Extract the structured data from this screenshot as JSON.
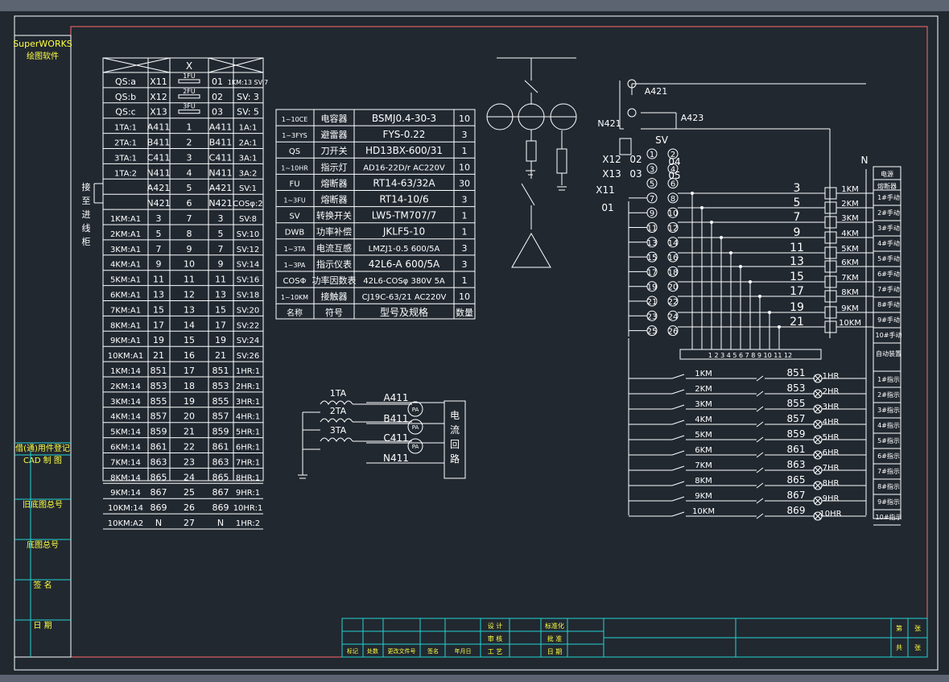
{
  "colors": {
    "background": "#212830",
    "line": "#ffffff",
    "frame": "#ff6a6a",
    "cyan": "#23d3d3",
    "yellow": "#ffff40",
    "green": "#40ff40"
  },
  "brand": {
    "name": "SuperWORKS",
    "sub": "绘图软件"
  },
  "left_strip": [
    "借(通)用件登记",
    "CAD 制 图",
    "旧底图总号",
    "底图总号",
    "签 名",
    "日 期"
  ],
  "terminal_header": [
    "X"
  ],
  "qs_rows": [
    {
      "a": "QS:a",
      "b": "X11",
      "fuse": "1FU",
      "c": "01",
      "d": "1KM:13 SV:7"
    },
    {
      "a": "QS:b",
      "b": "X12",
      "fuse": "2FU",
      "c": "02",
      "d": "SV: 3"
    },
    {
      "a": "QS:c",
      "b": "X13",
      "fuse": "3FU",
      "c": "03",
      "d": "SV: 5"
    }
  ],
  "terminal_rows": [
    [
      "1TA:1",
      "A411",
      "1",
      "A411",
      "1A:1"
    ],
    [
      "2TA:1",
      "B411",
      "2",
      "B411",
      "2A:1"
    ],
    [
      "3TA:1",
      "C411",
      "3",
      "C411",
      "3A:1"
    ],
    [
      "1TA:2",
      "N411",
      "4",
      "N411",
      "3A:2"
    ],
    [
      "",
      "A421",
      "5",
      "A421",
      "SV:1"
    ],
    [
      "",
      "N421",
      "6",
      "N421",
      "COSφ:2"
    ],
    [
      "1KM:A1",
      "3",
      "7",
      "3",
      "SV:8"
    ],
    [
      "2KM:A1",
      "5",
      "8",
      "5",
      "SV:10"
    ],
    [
      "3KM:A1",
      "7",
      "9",
      "7",
      "SV:12"
    ],
    [
      "4KM:A1",
      "9",
      "10",
      "9",
      "SV:14"
    ],
    [
      "5KM:A1",
      "11",
      "11",
      "11",
      "SV:16"
    ],
    [
      "6KM:A1",
      "13",
      "12",
      "13",
      "SV:18"
    ],
    [
      "7KM:A1",
      "15",
      "13",
      "15",
      "SV:20"
    ],
    [
      "8KM:A1",
      "17",
      "14",
      "17",
      "SV:22"
    ],
    [
      "9KM:A1",
      "19",
      "15",
      "19",
      "SV:24"
    ],
    [
      "10KM:A1",
      "21",
      "16",
      "21",
      "SV:26"
    ],
    [
      "1KM:14",
      "851",
      "17",
      "851",
      "1HR:1"
    ],
    [
      "2KM:14",
      "853",
      "18",
      "853",
      "2HR:1"
    ],
    [
      "3KM:14",
      "855",
      "19",
      "855",
      "3HR:1"
    ],
    [
      "4KM:14",
      "857",
      "20",
      "857",
      "4HR:1"
    ],
    [
      "5KM:14",
      "859",
      "21",
      "859",
      "5HR:1"
    ],
    [
      "6KM:14",
      "861",
      "22",
      "861",
      "6HR:1"
    ],
    [
      "7KM:14",
      "863",
      "23",
      "863",
      "7HR:1"
    ],
    [
      "8KM:14",
      "865",
      "24",
      "865",
      "8HR:1"
    ],
    [
      "9KM:14",
      "867",
      "25",
      "867",
      "9HR:1"
    ],
    [
      "10KM:14",
      "869",
      "26",
      "869",
      "10HR:1"
    ],
    [
      "10KM:A2",
      "N",
      "27",
      "N",
      "1HR:2"
    ]
  ],
  "side_label": [
    "接",
    "至",
    "进",
    "线",
    "柜"
  ],
  "parts_rows": [
    [
      "1~10CE",
      "电容器",
      "BSMJ0.4-30-3",
      "10"
    ],
    [
      "1~3FYS",
      "避雷器",
      "FYS-0.22",
      "3"
    ],
    [
      "QS",
      "刀开关",
      "HD13BX-600/31",
      "1"
    ],
    [
      "1~10HR",
      "指示灯",
      "AD16-22D/r AC220V",
      "10"
    ],
    [
      "FU",
      "熔断器",
      "RT14-63/32A",
      "30"
    ],
    [
      "1~3FU",
      "熔断器",
      "RT14-10/6",
      "3"
    ],
    [
      "SV",
      "转换开关",
      "LW5-TM707/7",
      "1"
    ],
    [
      "DWB",
      "功率补偿",
      "JKLF5-10",
      "1"
    ],
    [
      "1~3TA",
      "电流互感",
      "LMZJ1-0.5 600/5A",
      "3"
    ],
    [
      "1~3PA",
      "指示仪表",
      "42L6-A 600/5A",
      "3"
    ],
    [
      "COSΦ",
      "功率因数表",
      "42L6-COSφ 380V 5A",
      "1"
    ],
    [
      "1~10KM",
      "接触器",
      "CJ19C-63/21 AC220V",
      "10"
    ],
    [
      "名称",
      "符号",
      "型号及规格",
      "数量"
    ]
  ],
  "ct_circuit": {
    "ct": [
      "1TA",
      "2TA",
      "3TA"
    ],
    "wires": [
      "A411",
      "B411",
      "C411",
      "N411"
    ],
    "meter": "PA",
    "box": [
      "电",
      "流",
      "回",
      "路"
    ]
  },
  "control": {
    "top_labels": [
      "A421",
      "A423",
      "N421",
      "SV"
    ],
    "left_terms": [
      "X12",
      "2FU",
      "X13",
      "3FU",
      "X11",
      "1FU",
      "02",
      "03",
      "01",
      "04",
      "05"
    ],
    "circles_left": [
      "1",
      "3",
      "5",
      "7",
      "9",
      "11",
      "13",
      "15",
      "17",
      "19",
      "21",
      "23",
      "25"
    ],
    "circles_right": [
      "2",
      "4",
      "6",
      "8",
      "10",
      "12",
      "14",
      "16",
      "18",
      "20",
      "22",
      "24",
      "26"
    ],
    "outputs": [
      "3",
      "5",
      "7",
      "9",
      "11",
      "13",
      "15",
      "17",
      "19",
      "21"
    ],
    "km": [
      "1KM",
      "2KM",
      "3KM",
      "4KM",
      "5KM",
      "6KM",
      "7KM",
      "8KM",
      "9KM",
      "10KM"
    ],
    "bus": "1 2 3 4 5 6 7 8 9 10 11 12",
    "n_label": "N",
    "lamp_rows": [
      [
        "1KM",
        "851",
        "1HR"
      ],
      [
        "2KM",
        "853",
        "2HR"
      ],
      [
        "3KM",
        "855",
        "3HR"
      ],
      [
        "4KM",
        "857",
        "4HR"
      ],
      [
        "5KM",
        "859",
        "5HR"
      ],
      [
        "6KM",
        "861",
        "6HR"
      ],
      [
        "7KM",
        "863",
        "7HR"
      ],
      [
        "8KM",
        "865",
        "8HR"
      ],
      [
        "9KM",
        "867",
        "9HR"
      ],
      [
        "10KM",
        "869",
        "10HR"
      ]
    ],
    "legend_head": [
      "电源",
      "熔断器"
    ],
    "legend_manual": [
      "1#手动",
      "2#手动",
      "3#手动",
      "4#手动",
      "5#手动",
      "6#手动",
      "7#手动",
      "8#手动",
      "9#手动",
      "10#手动"
    ],
    "legend_auto": "自动装置",
    "legend_ind": [
      "1#指示",
      "2#指示",
      "3#指示",
      "4#指示",
      "5#指示",
      "6#指示",
      "7#指示",
      "8#指示",
      "9#指示",
      "10#指示"
    ]
  },
  "title_block": {
    "bottom": [
      "标记",
      "处数",
      "更改文件号",
      "签名",
      "年月日"
    ],
    "roles": [
      "设 计",
      "审 核",
      "工 艺"
    ],
    "roles2": [
      "标准化",
      "批 准",
      "日 期"
    ],
    "sheet": [
      "第",
      "张",
      "共",
      "张"
    ]
  }
}
